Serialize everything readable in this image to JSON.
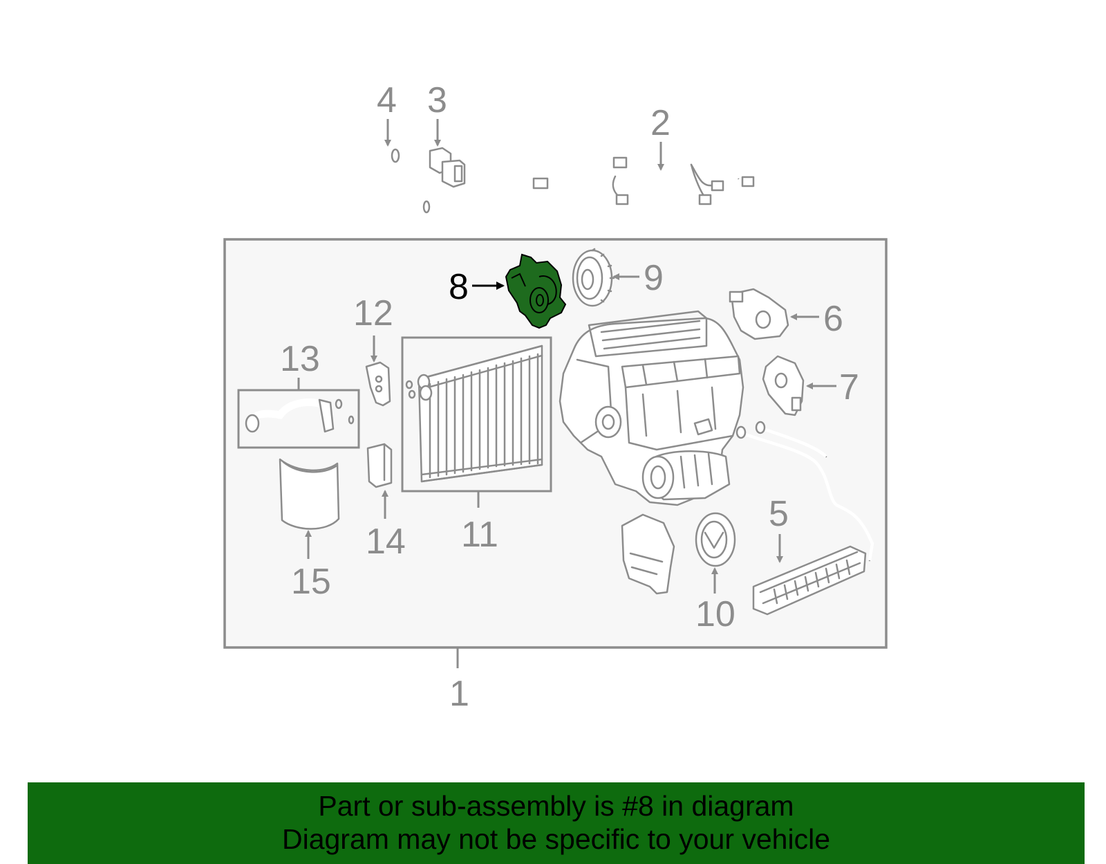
{
  "diagram": {
    "callouts": [
      "1",
      "2",
      "3",
      "4",
      "5",
      "6",
      "7",
      "8",
      "9",
      "10",
      "11",
      "12",
      "13",
      "14",
      "15"
    ],
    "highlighted_part": "8",
    "colors": {
      "highlight": "#1e6b1e",
      "line": "#8c8c8c",
      "panel": "#f7f7f7",
      "banner": "#0e6b0e"
    }
  },
  "banner": {
    "line1": "Part or sub-assembly is #8 in diagram",
    "line2": "Diagram may not be specific to your vehicle"
  }
}
